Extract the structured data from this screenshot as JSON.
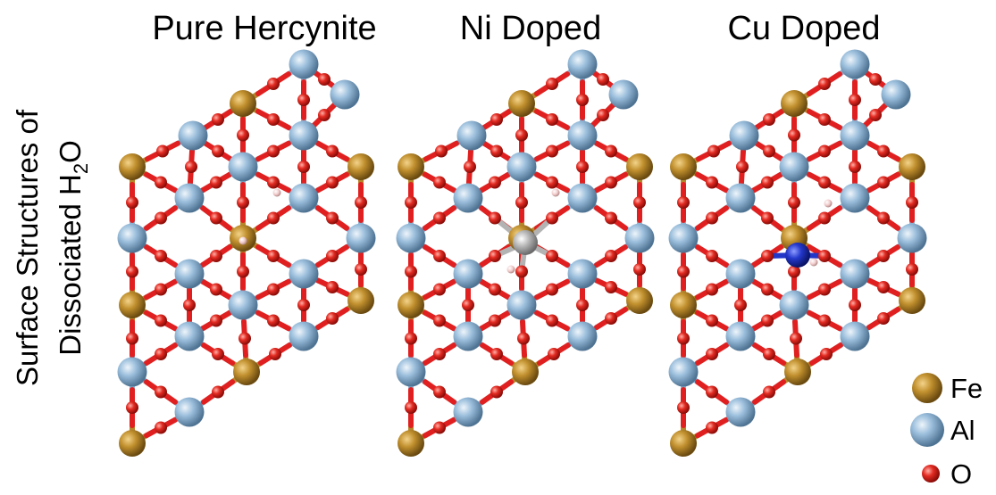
{
  "figure": {
    "y_label": {
      "line1": "Surface Structures of",
      "line2_main": "Dissociated H",
      "line2_sub": "2",
      "line2_end": "O"
    },
    "panels": [
      {
        "title": "Pure Hercynite",
        "dopant": null,
        "dopant_color": null
      },
      {
        "title": "Ni Doped",
        "dopant": "Ni",
        "dopant_color": "#b3b3b3"
      },
      {
        "title": "Cu Doped",
        "dopant": "Cu",
        "dopant_color": "#2236c8"
      }
    ],
    "legend": [
      {
        "label": "Fe",
        "color": "#b8862a"
      },
      {
        "label": "Al",
        "color": "#8fb5d6"
      },
      {
        "label": "O",
        "color": "#e02020"
      }
    ],
    "colors": {
      "fe": "#b8862a",
      "al": "#8fb5d6",
      "o": "#e02020",
      "h": "#f2d2d2"
    }
  }
}
